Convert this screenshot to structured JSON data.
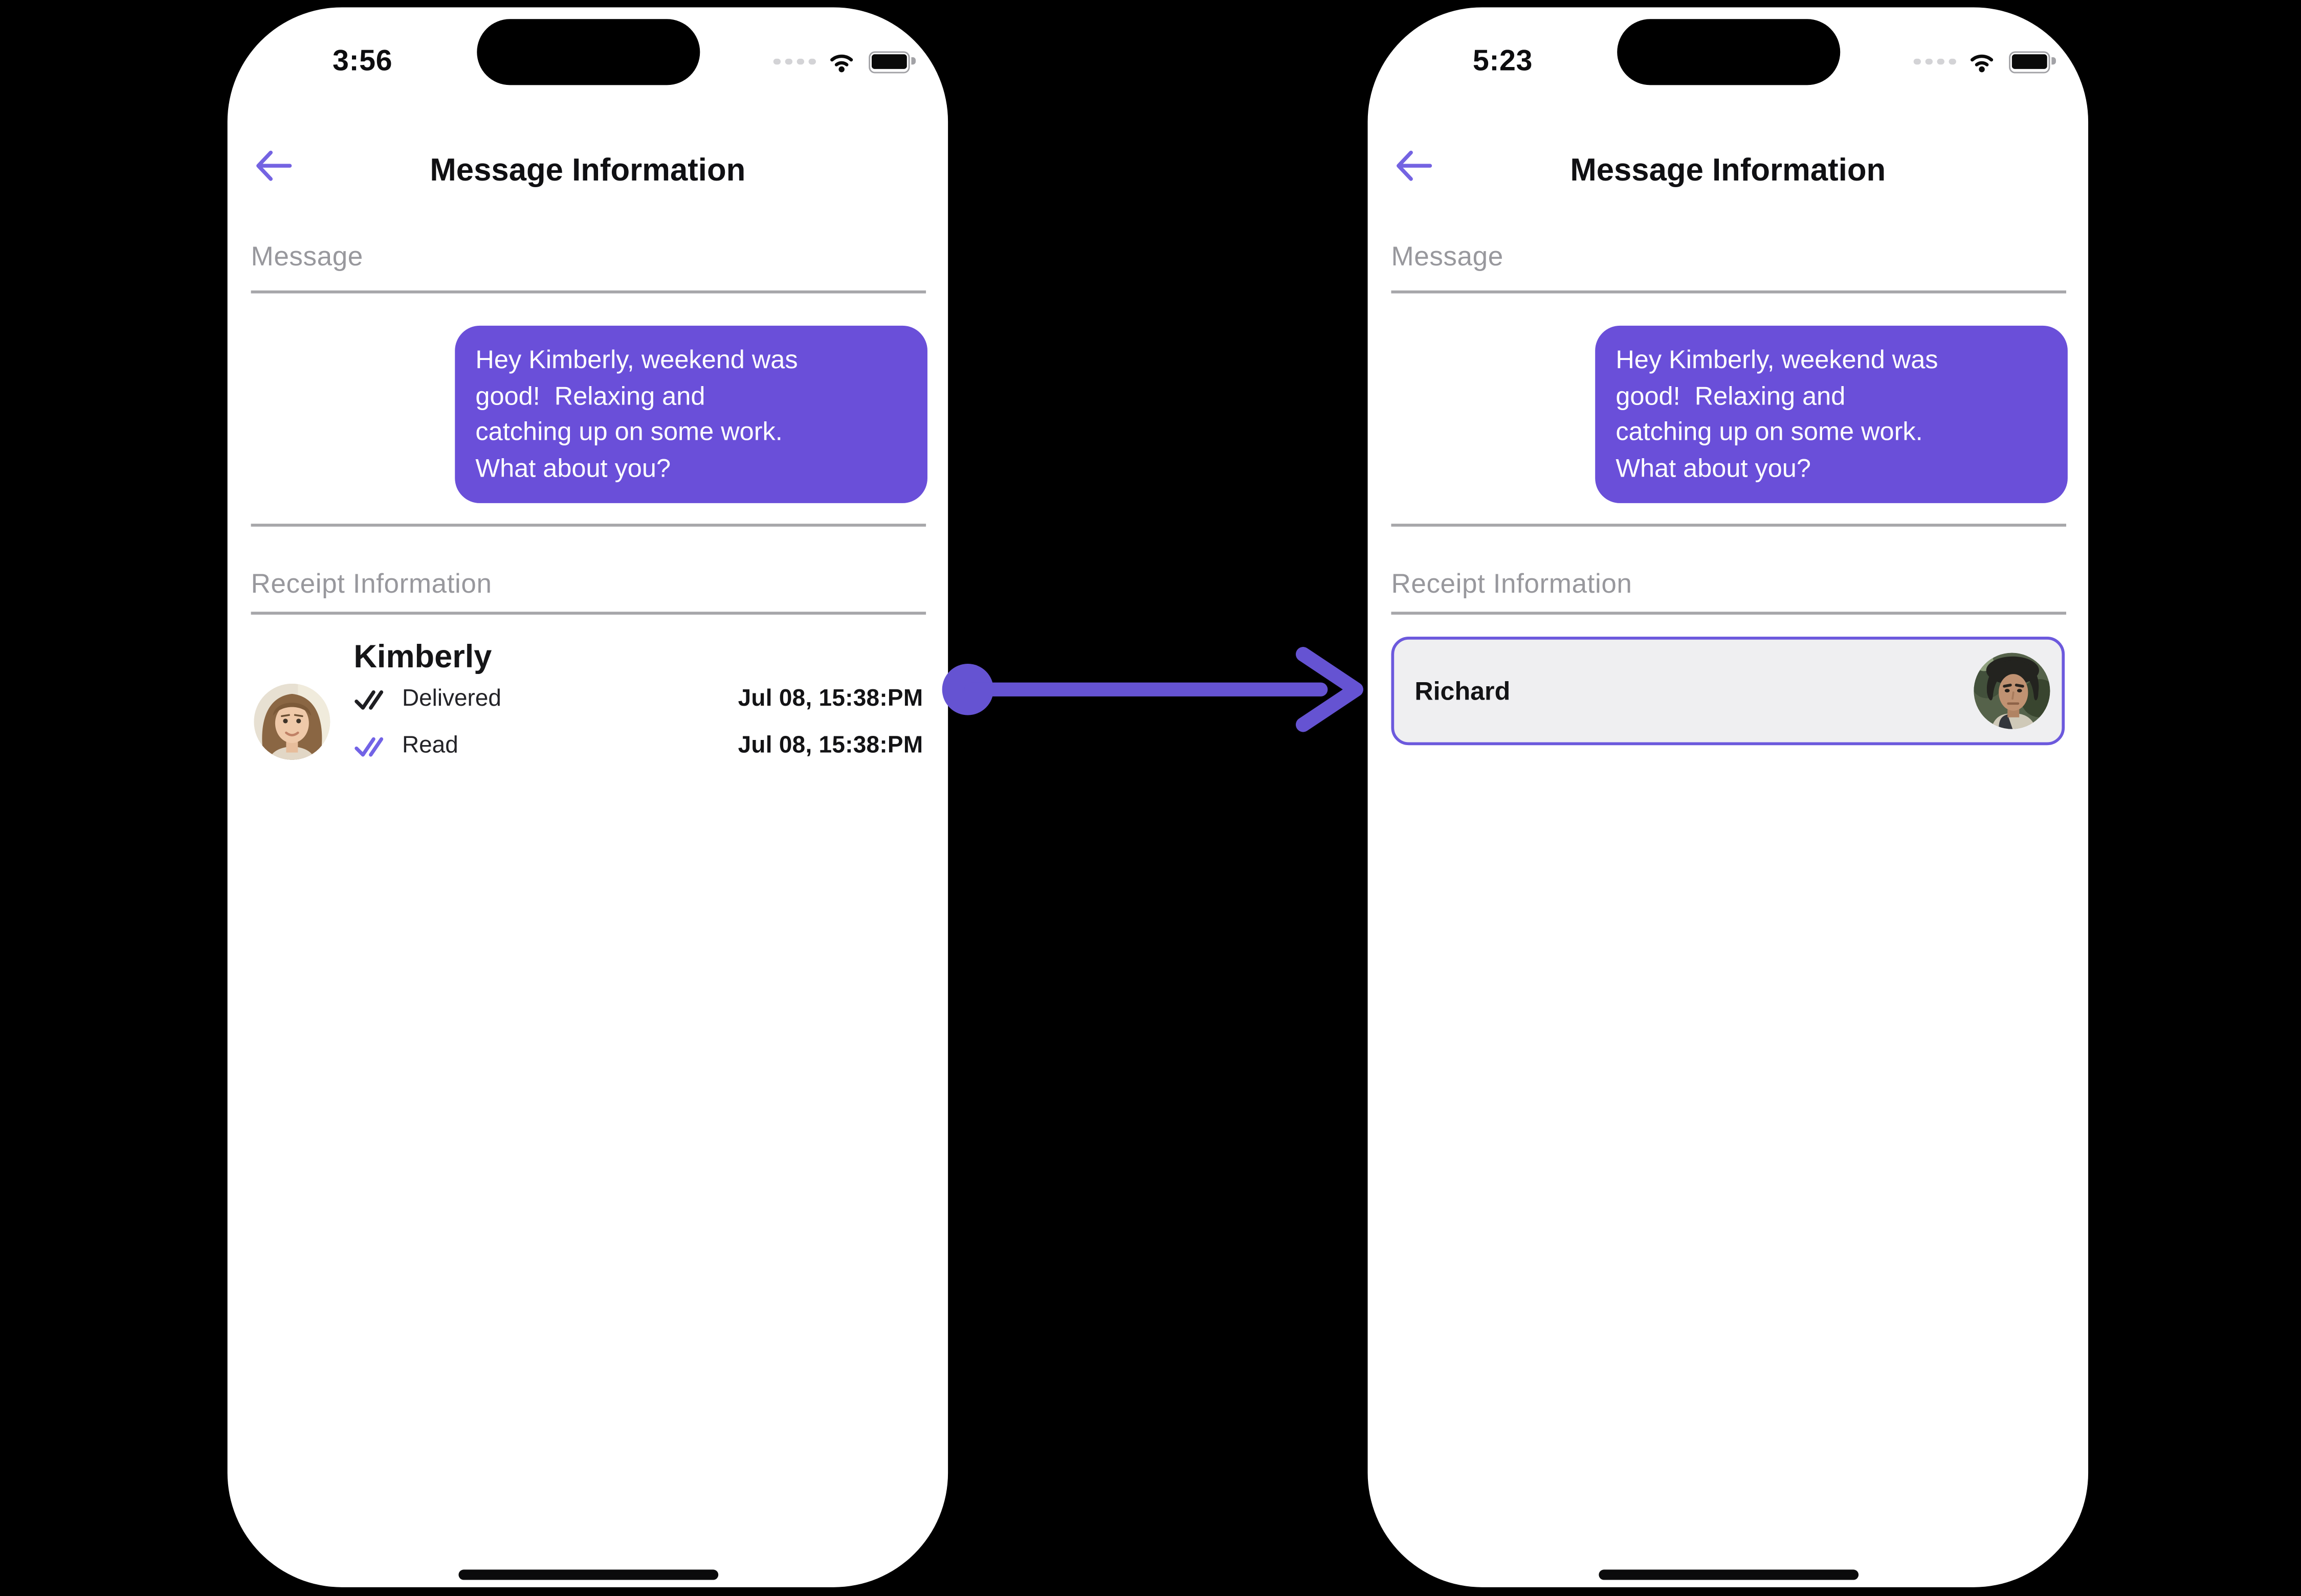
{
  "colors": {
    "background": "#000000",
    "phone_background": "#FFFFFF",
    "accent_purple": "#7463E2",
    "bubble_purple": "#6A4FD9",
    "arrow_purple": "#6553D2",
    "read_check_purple": "#7263E6",
    "delivered_check_dark": "#1E1E22",
    "card_border_purple": "#6C59DD",
    "card_background": "#EFEFF1",
    "divider_gray": "#A7A7AA",
    "label_gray": "#98989D",
    "text_dark": "#131315"
  },
  "icons": {
    "back": "back-arrow-icon",
    "cellular": "signal-dots-icon",
    "wifi": "wifi-icon",
    "battery": "battery-icon",
    "delivered": "double-check-icon",
    "read": "double-check-icon",
    "flow": "right-arrow-annotation"
  },
  "phones": {
    "left": {
      "status_bar": {
        "time": "3:56"
      },
      "header": {
        "title": "Message Information"
      },
      "message_section": {
        "label": "Message",
        "bubble_text": "Hey Kimberly, weekend was\ngood!  Relaxing and\ncatching up on some work.\nWhat about you?"
      },
      "receipt_section": {
        "label": "Receipt Information",
        "contact_name": "Kimberly",
        "avatar": "woman-portrait",
        "rows": [
          {
            "status": "Delivered",
            "timestamp": "Jul 08, 15:38:PM"
          },
          {
            "status": "Read",
            "timestamp": "Jul 08, 15:38:PM"
          }
        ]
      }
    },
    "right": {
      "status_bar": {
        "time": "5:23"
      },
      "header": {
        "title": "Message Information"
      },
      "message_section": {
        "label": "Message",
        "bubble_text": "Hey Kimberly, weekend was\ngood!  Relaxing and\ncatching up on some work.\nWhat about you?"
      },
      "receipt_section": {
        "label": "Receipt Information",
        "contact_name": "Richard",
        "avatar": "man-portrait"
      }
    }
  }
}
